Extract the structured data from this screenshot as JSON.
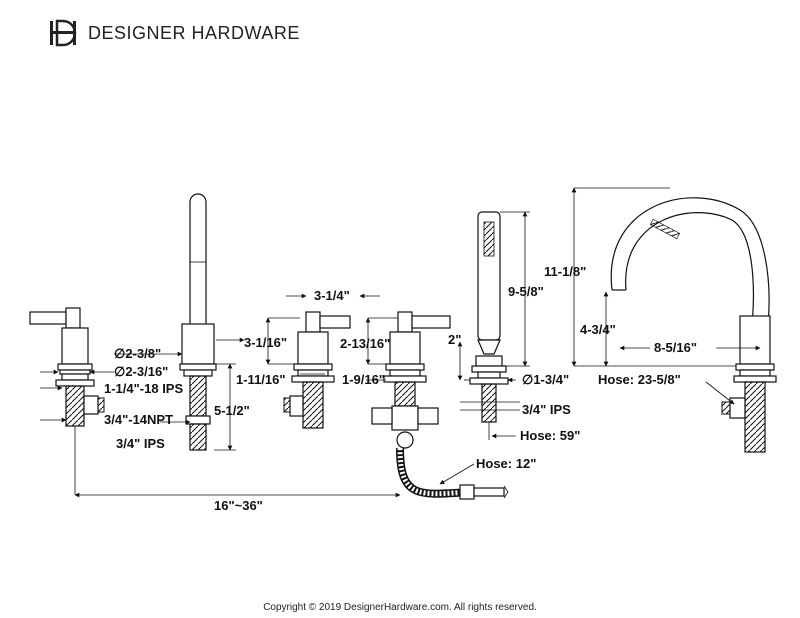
{
  "header": {
    "logo_mark": "DH",
    "brand_name": "DESIGNER HARDWARE"
  },
  "dimensions": {
    "d_2_3_8": "∅2-3/8\"",
    "d_2_3_16": "∅2-3/16\"",
    "ips_1_1_4": "1-1/4\"-18 IPS",
    "npt_3_4": "3/4\"-14NPT",
    "ips_3_4_left": "3/4\" IPS",
    "h_3_1_16": "3-1/16\"",
    "h_1_11_16": "1-11/16\"",
    "h_5_1_2": "5-1/2\"",
    "w_3_1_4": "3-1/4\"",
    "h_2_13_16": "2-13/16\"",
    "h_1_9_16": "1-9/16\"",
    "h_2": "2\"",
    "h_9_5_8": "9-5/8\"",
    "d_1_3_4": "∅1-3/4\"",
    "ips_3_4_right": "3/4\" IPS",
    "hose_59": "Hose: 59\"",
    "hose_12": "Hose: 12\"",
    "spread": "16\"~36\"",
    "h_11_1_8": "11-1/8\"",
    "h_4_3_4": "4-3/4\"",
    "w_8_5_16": "8-5/16\"",
    "hose_23_5_8": "Hose: 23-5/8\""
  },
  "footer": {
    "copyright": "Copyright © 2019 DesignerHardware.com. All rights reserved."
  }
}
